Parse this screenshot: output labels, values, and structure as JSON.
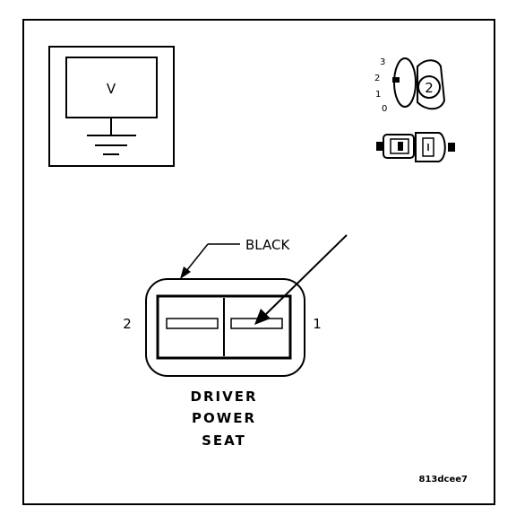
{
  "meter": {
    "label": "V"
  },
  "selector": {
    "positions": [
      "3",
      "2",
      "1",
      "0"
    ],
    "selected": "2"
  },
  "connector": {
    "color_label": "BLACK",
    "pin_left": "2",
    "pin_right": "1",
    "title_lines": [
      "DRIVER",
      "POWER",
      "SEAT"
    ]
  },
  "figure": {
    "ref_code": "813dcee7"
  }
}
